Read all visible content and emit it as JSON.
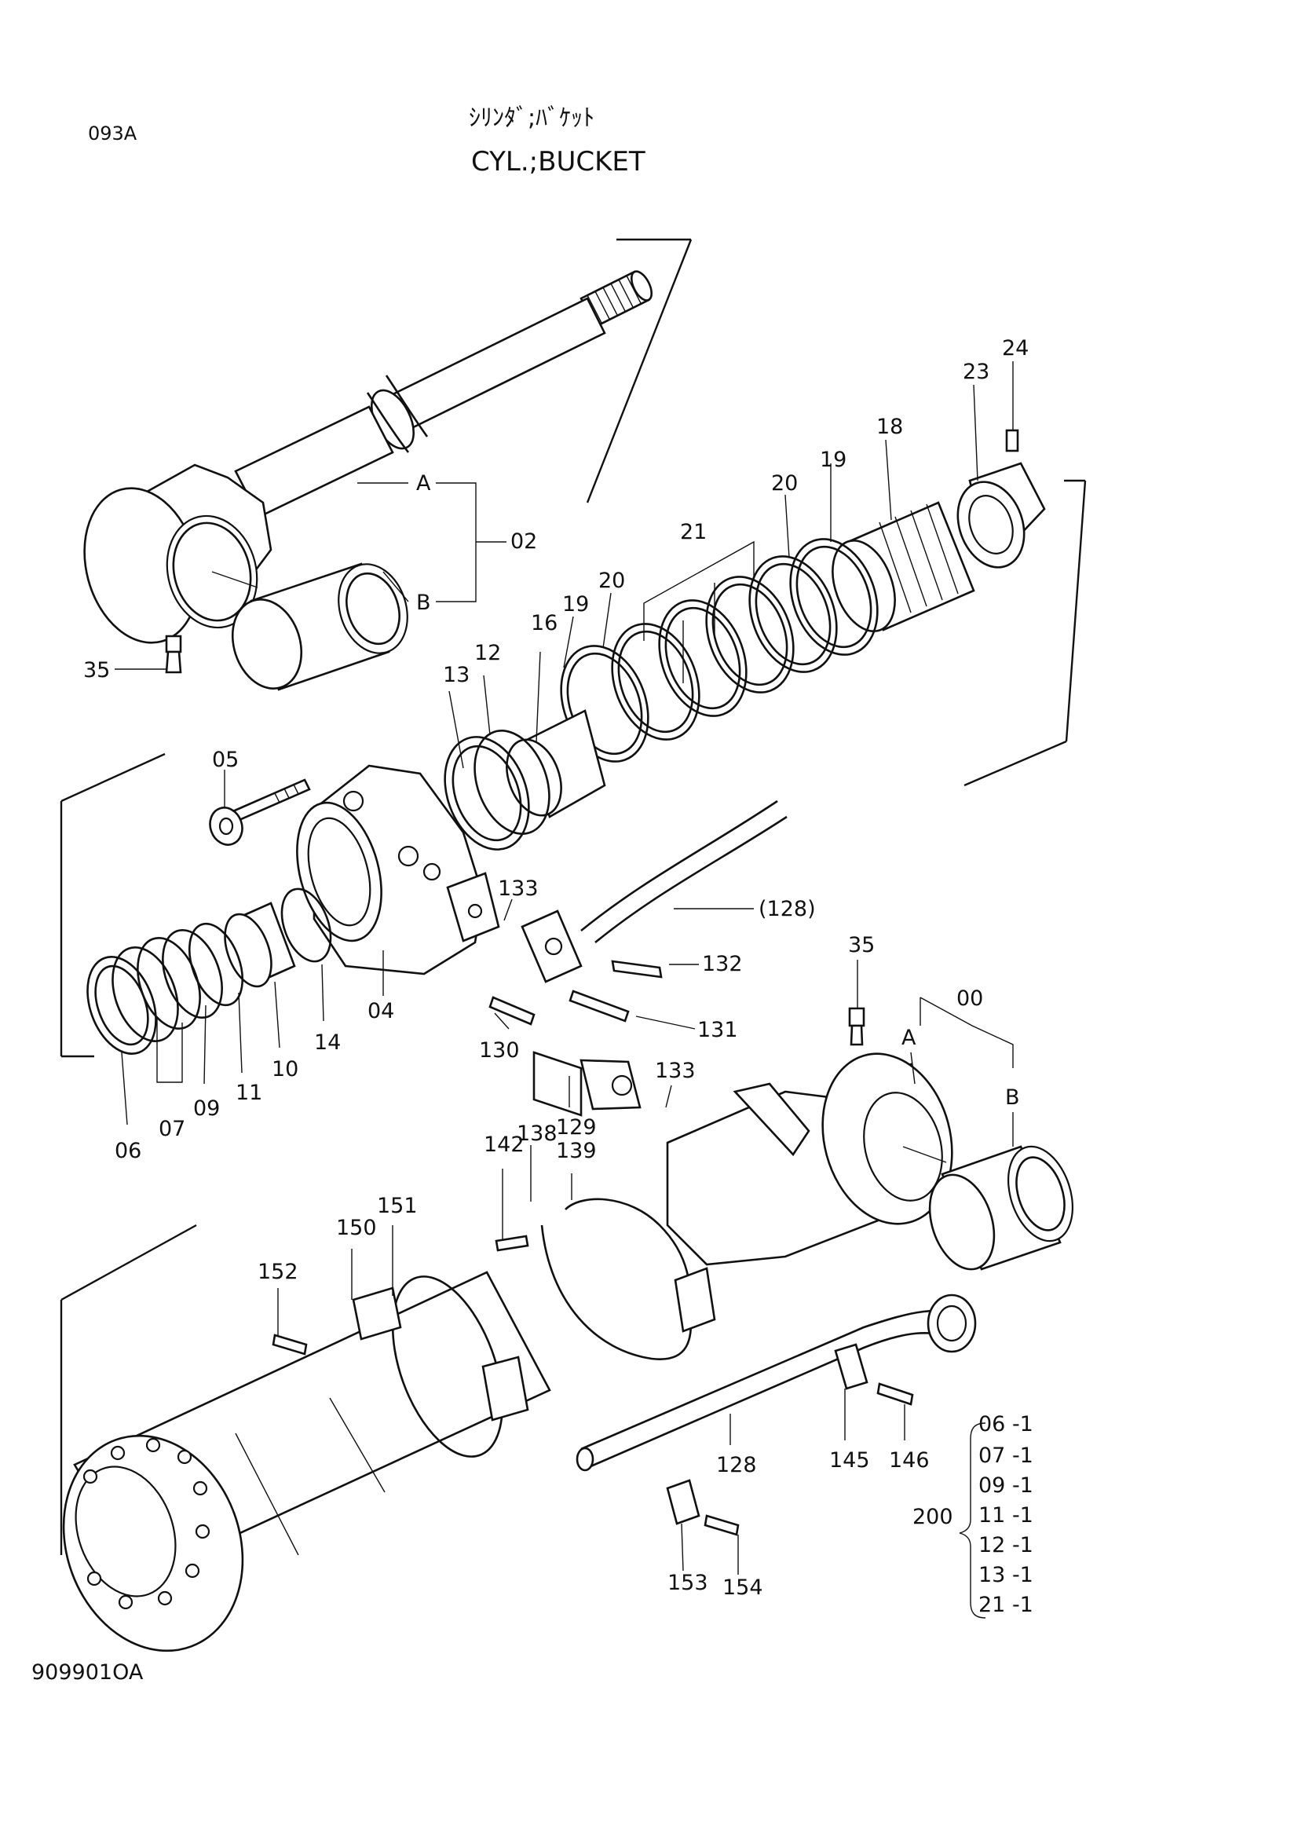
{
  "header": {
    "page_code": "093A",
    "title_jp": "ｼﾘﾝﾀﾞ;ﾊﾞｹｯﾄ",
    "title_en": "CYL.;BUCKET"
  },
  "footer": {
    "drawing_number": "909901OA"
  },
  "callouts": {
    "c24": "24",
    "c23": "23",
    "c18": "18",
    "c19a": "19",
    "c20a": "20",
    "cA1": "A",
    "c02": "02",
    "cB1": "B",
    "c21": "21",
    "c20b": "20",
    "c19b": "19",
    "c16": "16",
    "c12": "12",
    "c13": "13",
    "c35a": "35",
    "c05": "05",
    "c133a": "133",
    "c128p": "(128)",
    "c132": "132",
    "c131": "131",
    "c130": "130",
    "c04": "04",
    "c14": "14",
    "c10": "10",
    "c11": "11",
    "c09": "09",
    "c07": "07",
    "c06": "06",
    "c35b": "35",
    "c00": "00",
    "cA2": "A",
    "cB2": "B",
    "c133b": "133",
    "c129": "129",
    "c138": "138",
    "c142": "142",
    "c139": "139",
    "c151": "151",
    "c150": "150",
    "c152": "152",
    "c128": "128",
    "c145": "145",
    "c146": "146",
    "c153": "153",
    "c154": "154"
  },
  "kit": {
    "number": "200",
    "items": [
      "06 -1",
      "07 -1",
      "09 -1",
      "11 -1",
      "12 -1",
      "13 -1",
      "21 -1"
    ]
  }
}
